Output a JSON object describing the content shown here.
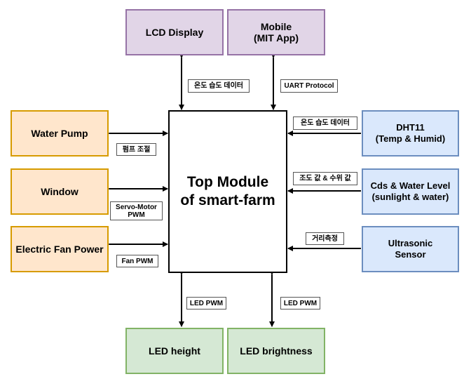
{
  "colors": {
    "purple_fill": "#e1d5e7",
    "purple_stroke": "#9673a6",
    "orange_fill": "#ffe6cc",
    "orange_stroke": "#d79b00",
    "blue_fill": "#dae8fc",
    "blue_stroke": "#6c8ebf",
    "green_fill": "#d5e8d4",
    "green_stroke": "#82b366"
  },
  "nodes": {
    "center": "Top Module\nof smart-farm",
    "lcd": "LCD Display",
    "mobile": "Mobile\n(MIT App)",
    "water_pump": "Water Pump",
    "window": "Window",
    "fan": "Electric Fan Power",
    "dht11": "DHT11\n(Temp & Humid)",
    "cds": "Cds & Water Level\n(sunlight & water)",
    "ultrasonic": "Ultrasonic\nSensor",
    "led_height": "LED height",
    "led_brightness": "LED brightness"
  },
  "edges": {
    "lcd": "온도 습도 데이터",
    "mobile": "UART Protocol",
    "water_pump": "펌프 조절",
    "window": "Servo-Motor\nPWM",
    "fan": "Fan PWM",
    "dht11": "온도 습도 데이터",
    "cds": "조도 값 & 수위 값",
    "ultrasonic": "거리측정",
    "led_height": "LED PWM",
    "led_brightness": "LED PWM"
  }
}
